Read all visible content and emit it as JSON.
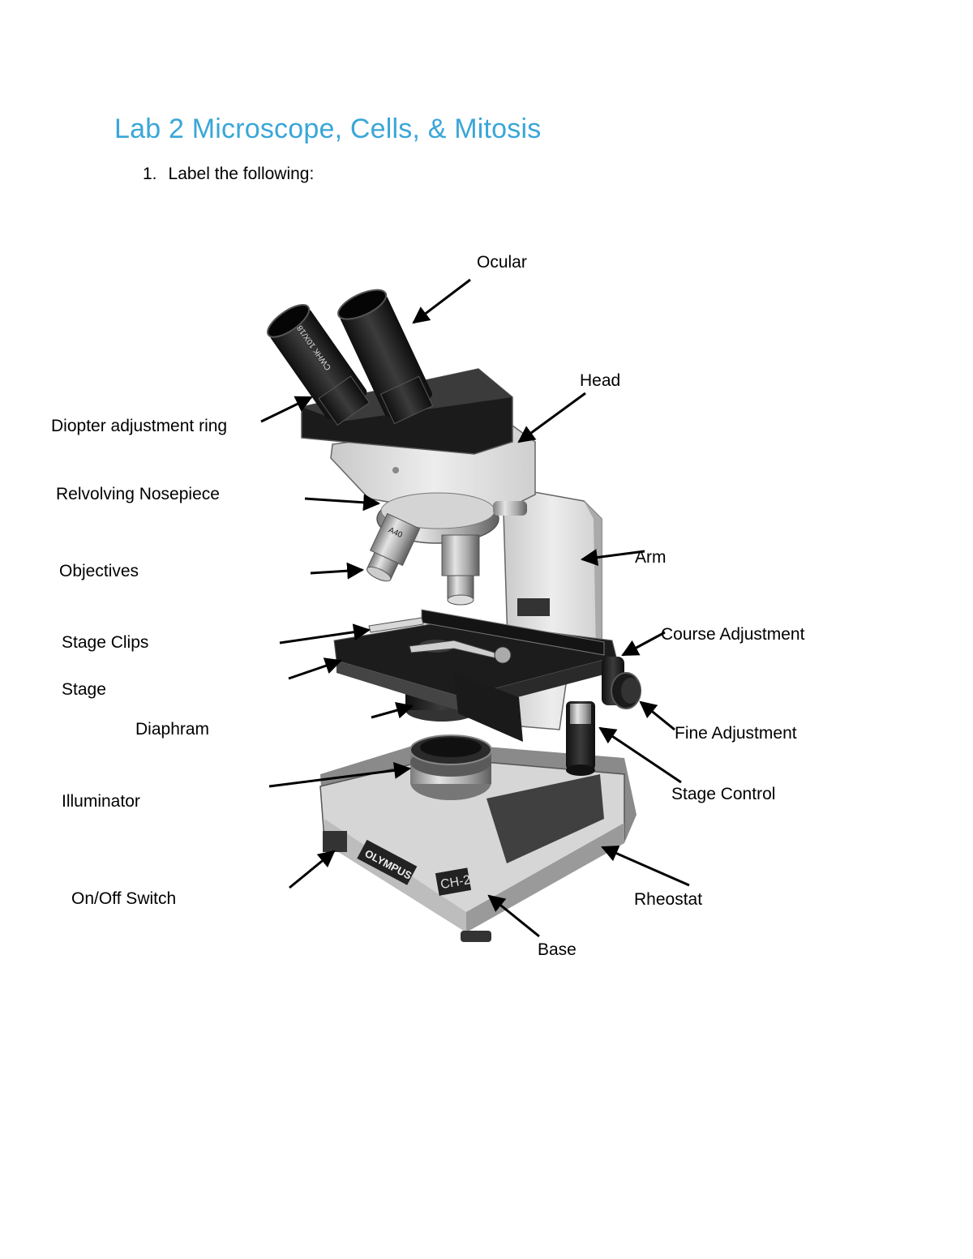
{
  "title": "Lab 2 Microscope, Cells, & Mitosis",
  "question": {
    "number": "1.",
    "text": "Label the following:"
  },
  "labels": {
    "ocular": "Ocular",
    "head": "Head",
    "diopter": "Diopter adjustment ring",
    "nosepiece": "Relvolving Nosepiece",
    "objectives": "Objectives",
    "arm": "Arm",
    "stage_clips": "Stage Clips",
    "course_adjustment": "Course Adjustment",
    "stage": "Stage",
    "diaphram": "Diaphram",
    "fine_adjustment": "Fine Adjustment",
    "illuminator": "Illuminator",
    "stage_control": "Stage Control",
    "on_off": "On/Off Switch",
    "rheostat": "Rheostat",
    "base": "Base"
  },
  "brand": {
    "logo_text": "OLYMPUS",
    "model": "CH-2",
    "objective_mark": "A40",
    "eyepiece_mark": "CWHK 10X/18"
  }
}
